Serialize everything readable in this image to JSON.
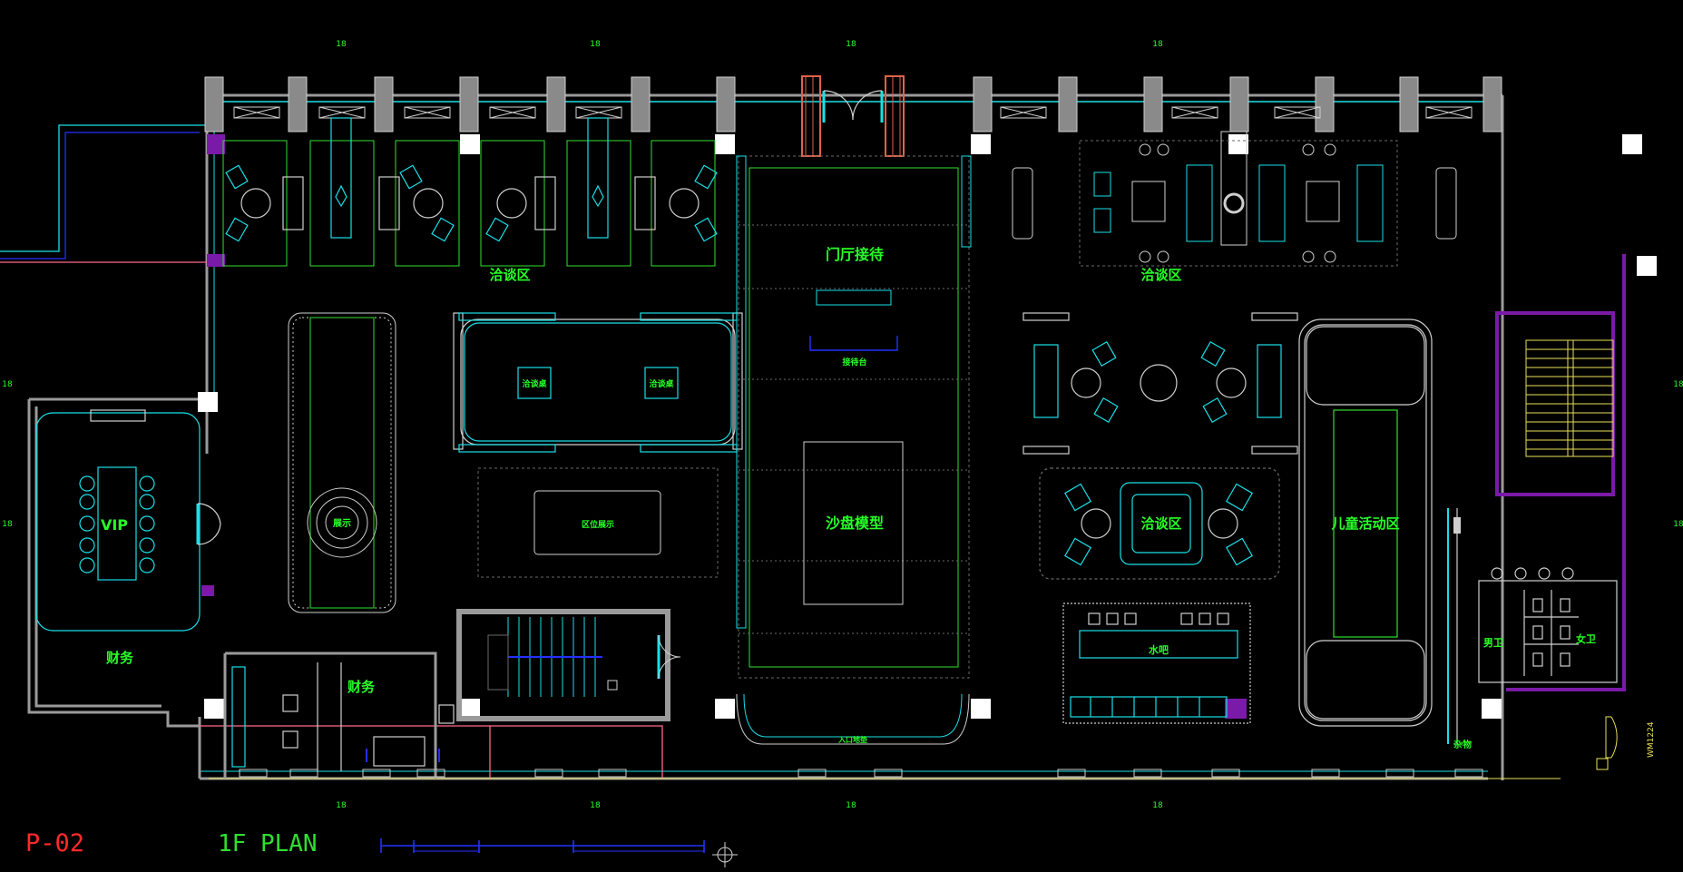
{
  "drawing": {
    "sheet_number": "P-02",
    "plan_title": "1F PLAN",
    "axis_labels_top": [
      "18",
      "18",
      "18",
      "18"
    ],
    "axis_labels_bottom": [
      "18",
      "18",
      "18",
      "18"
    ],
    "axis_labels_left": [
      "18",
      "18"
    ],
    "axis_labels_right": [
      "18",
      "18"
    ],
    "door_tag": "WM1224"
  },
  "rooms": {
    "negotiation_left": "洽谈区",
    "negotiation_right": "洽谈区",
    "lobby": "门厅接待",
    "reception": "接待台",
    "model": "沙盘模型",
    "negotiation_center": "洽谈区",
    "kids": "儿童活动区",
    "vip": "VIP",
    "finance_left": "财务",
    "finance_right": "财务",
    "bar": "水吧",
    "table_a": "洽谈桌",
    "table_b": "洽谈桌",
    "exhibit": "区位展示",
    "display": "展示",
    "entrance_mat": "入口地垫",
    "wc_m": "男卫",
    "wc_f": "女卫",
    "storage": "杂物"
  },
  "colors": {
    "wall": "#9a9a9a",
    "cyan": "#19e0e8",
    "green": "#2fe02f",
    "label": "#27ff27",
    "magenta": "#7a1aa8",
    "red": "#ff2a2a",
    "blue": "#2430ff",
    "yellow": "#e8e05a"
  }
}
